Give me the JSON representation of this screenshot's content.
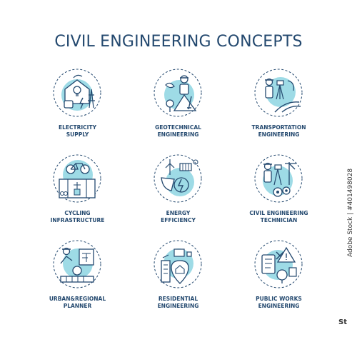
{
  "title": "CIVIL ENGINEERING CONCEPTS",
  "items": [
    {
      "line1": "ELECTRICITY",
      "line2": "SUPPLY",
      "icon": "electricity-supply-icon"
    },
    {
      "line1": "GEOTECHNICAL",
      "line2": "ENGINEERING",
      "icon": "geotechnical-engineering-icon"
    },
    {
      "line1": "TRANSPORTATION",
      "line2": "ENGINEERING",
      "icon": "transportation-engineering-icon"
    },
    {
      "line1": "CYCLING",
      "line2": "INFRASTRUCTURE",
      "icon": "cycling-infrastructure-icon"
    },
    {
      "line1": "ENERGY",
      "line2": "EFFICIENCY",
      "icon": "energy-efficiency-icon"
    },
    {
      "line1": "CIVIL ENGINEERING",
      "line2": "TECHNICIAN",
      "icon": "civil-engineering-technician-icon"
    },
    {
      "line1": "URBAN&REGIONAL",
      "line2": "PLANNER",
      "icon": "urban-regional-planner-icon"
    },
    {
      "line1": "RESIDENTIAL",
      "line2": "ENGINEERING",
      "icon": "residential-engineering-icon"
    },
    {
      "line1": "PUBLIC WORKS",
      "line2": "ENGINEERING",
      "icon": "public-works-engineering-icon"
    }
  ],
  "watermark": {
    "id": "Adobe Stock | #401498028",
    "logo": "St"
  },
  "colors": {
    "navy": "#24496f",
    "teal": "#9edbe6",
    "accent": "#58bcd0"
  }
}
